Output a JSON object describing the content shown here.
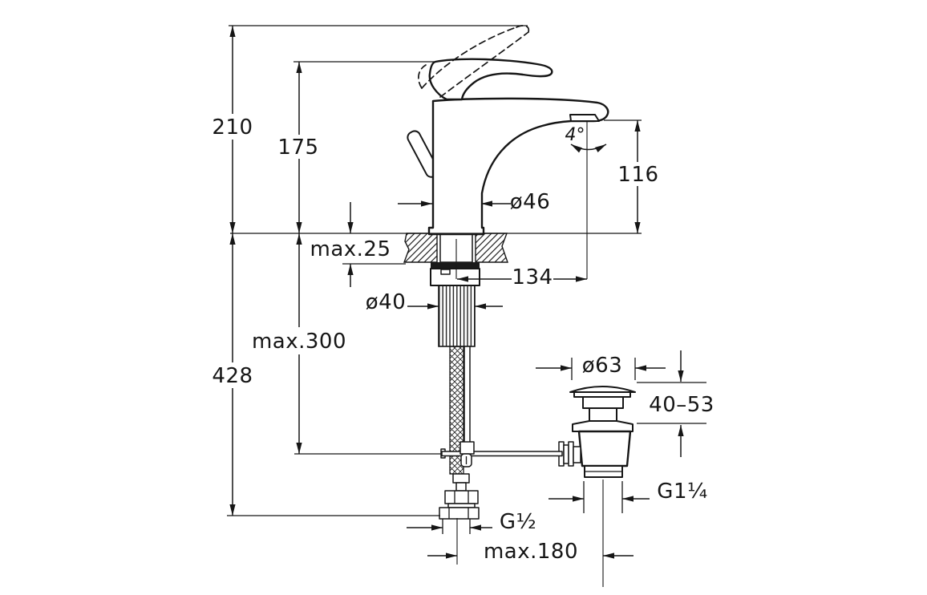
{
  "labels": {
    "total_height": "210",
    "body_height": "175",
    "spout_height": "116",
    "spout_angle": "4°",
    "body_diameter": "ø46",
    "deck_thickness_max": "max.25",
    "spout_reach": "134",
    "shank_diameter": "ø40",
    "hose_length_max": "max.300",
    "total_depth": "428",
    "waste_flange_diameter": "ø63",
    "waste_deck_range": "40–53",
    "waste_thread": "G1¼",
    "supply_thread": "G½",
    "drain_offset_max": "max.180"
  }
}
